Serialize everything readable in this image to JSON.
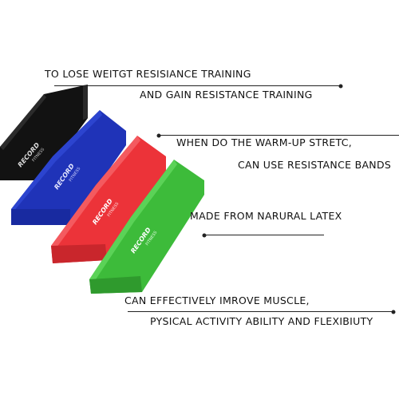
{
  "bands": [
    {
      "color": "black",
      "hex": "#121212",
      "logo_text": "RECORD",
      "sub_text": "FITNESS"
    },
    {
      "color": "blue",
      "hex": "#1f33b8",
      "logo_text": "RECORD",
      "sub_text": "FITNESS"
    },
    {
      "color": "red",
      "hex": "#ec3339",
      "logo_text": "RECORD",
      "sub_text": "FITNESS"
    },
    {
      "color": "green",
      "hex": "#3dbb3a",
      "logo_text": "RECORD",
      "sub_text": "FITNESS"
    }
  ],
  "captions": {
    "c1": "TO LOSE WEITGT RESISIANCE TRAINING",
    "c2": "AND GAIN RESISTANCE TRAINING",
    "c3": "WHEN DO THE WARM-UP STRETC,",
    "c4": "CAN USE RESISTANCE BANDS",
    "c5": "MADE FROM NARURAL LATEX",
    "c6": "CAN EFFECTIVELY IMROVE MUSCLE,",
    "c7": "PYSICAL ACTIVITY ABILITY AND FLEXIBIUTY"
  }
}
